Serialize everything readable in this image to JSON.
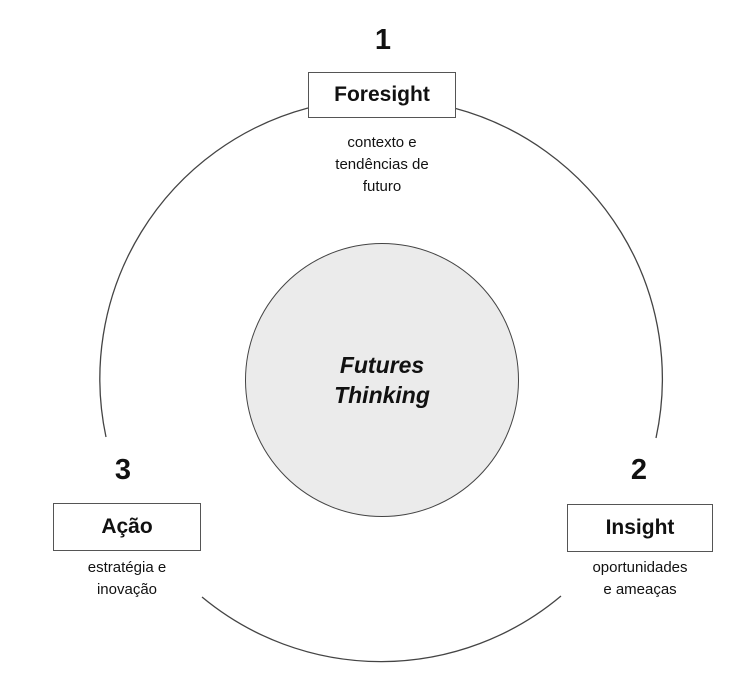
{
  "colors": {
    "ring_stroke": "#444444",
    "box_border": "#555555",
    "core_fill": "#ebebeb",
    "text": "#111111"
  },
  "center": {
    "label": "Futures\nThinking"
  },
  "stages": [
    {
      "number": "1",
      "title": "Foresight",
      "description": "contexto e\ntendências de\nfuturo"
    },
    {
      "number": "2",
      "title": "Insight",
      "description": "oportunidades\ne ameaças"
    },
    {
      "number": "3",
      "title": "Ação",
      "description": "estratégia e\ninovação"
    }
  ]
}
